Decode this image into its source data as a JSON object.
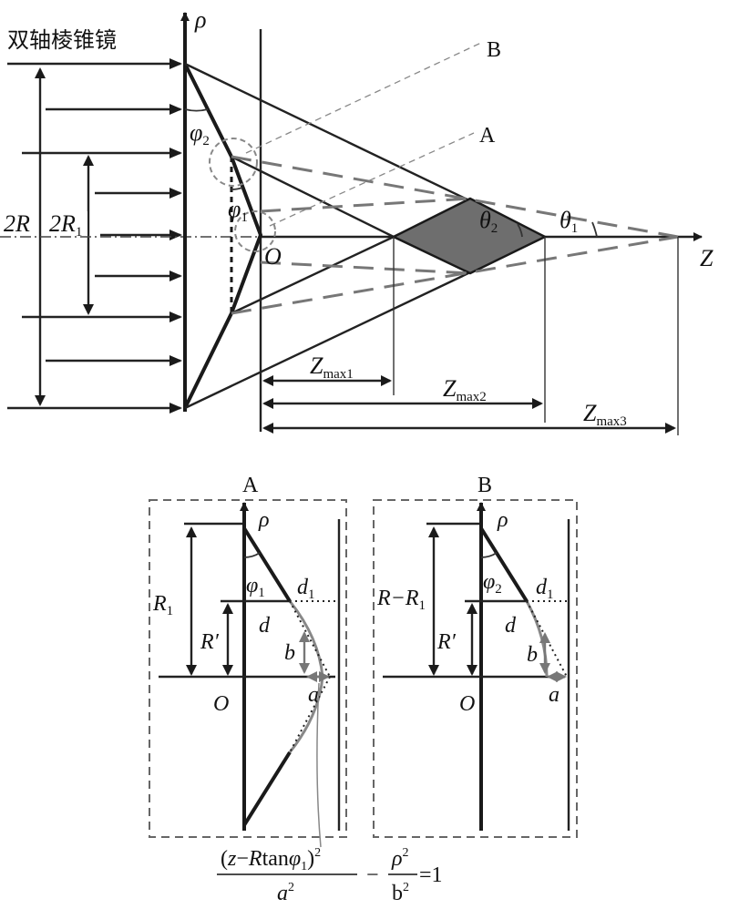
{
  "top": {
    "title": "双轴棱锥镜",
    "rho": "ρ",
    "z_axis": "Z",
    "origin": "O",
    "labels": {
      "two_r": "2R",
      "two_r1_main": "2R",
      "two_r1_sub": "1",
      "phi2_main": "φ",
      "phi2_sub": "2",
      "phi1_main": "φ",
      "phi1_sub": "1",
      "theta2_main": "θ",
      "theta2_sub": "2",
      "theta1_main": "θ",
      "theta1_sub": "1",
      "a": "A",
      "b": "B",
      "zmax1_main": "Z",
      "zmax1_sub": "max1",
      "zmax2_main": "Z",
      "zmax2_sub": "max2",
      "zmax3_main": "Z",
      "zmax3_sub": "max3"
    }
  },
  "inset_a": {
    "title": "A",
    "rho": "ρ",
    "r1_main": "R",
    "r1_sub": "1",
    "r_prime": "R′",
    "phi_main": "φ",
    "phi_sub": "1",
    "d1_main": "d",
    "d1_sub": "1",
    "d": "d",
    "b": "b",
    "a": "a",
    "origin": "O"
  },
  "inset_b": {
    "title": "B",
    "rho": "ρ",
    "r_minus_r1_main": "R−R",
    "r_minus_r1_sub": "1",
    "r_prime": "R′",
    "phi_main": "φ",
    "phi_sub": "2",
    "d1_main": "d",
    "d1_sub": "1",
    "d": "d",
    "b": "b",
    "a": "a",
    "origin": "O"
  },
  "formula": {
    "num_open": "(",
    "num_z": "z",
    "num_minus": "−",
    "num_R": "R",
    "num_tan": "tan",
    "num_phi": "φ",
    "num_phi_sub": "1",
    "num_close": ")",
    "num_sq": "2",
    "den_a": "a",
    "den_sq": "2",
    "minus": "−",
    "rho": "ρ",
    "rho_sq": "2",
    "den_b": "b",
    "den_b_sq": "2",
    "equals": "=1"
  },
  "colors": {
    "line": "#1a1a1a",
    "dash": "#777777",
    "fill_region": "#6e6e6e",
    "box": "#666666"
  }
}
